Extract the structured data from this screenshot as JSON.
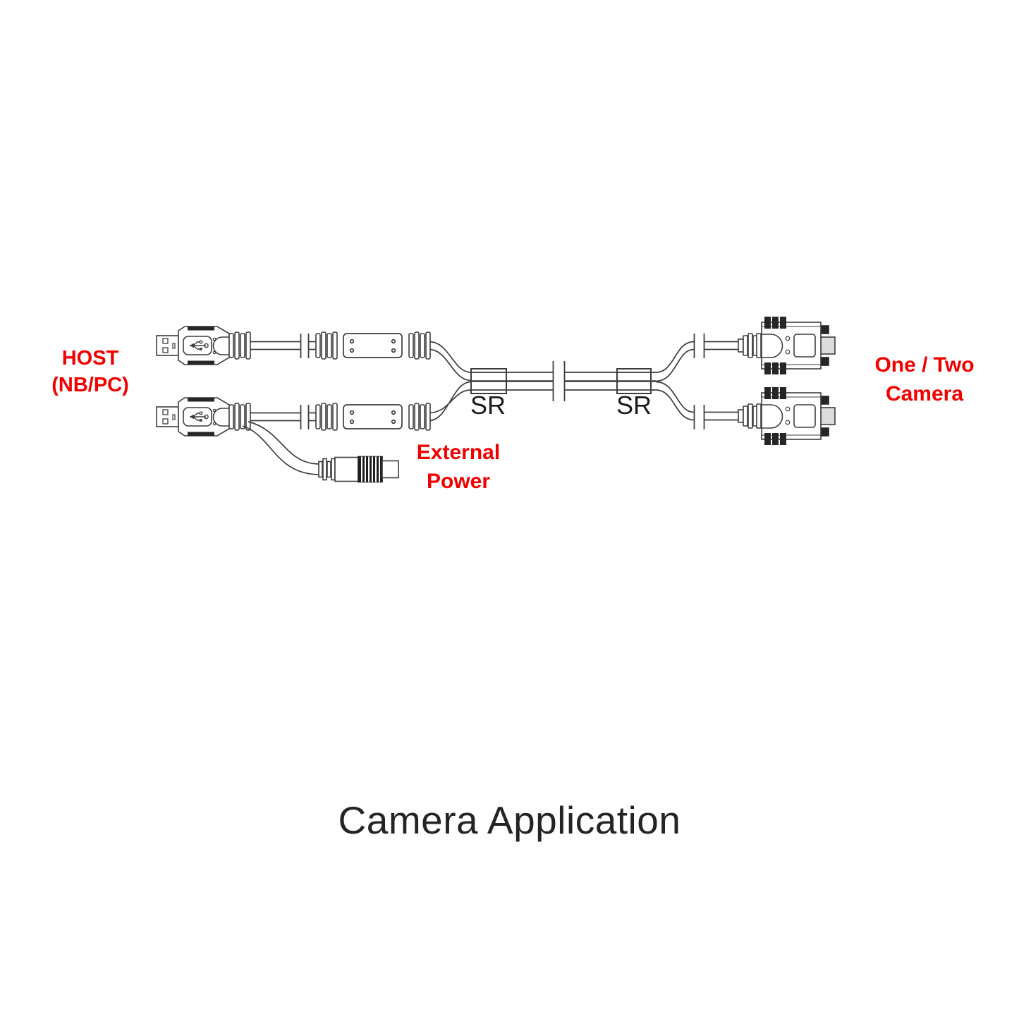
{
  "diagram": {
    "title": "Camera Application",
    "labels": {
      "host": "HOST\n(NB/PC)",
      "external_power": "External\nPower",
      "camera_side": "One / Two\nCamera",
      "strain_relief_left": "SR",
      "strain_relief_right": "SR"
    }
  },
  "colors": {
    "label_red": "#f20000",
    "line": "#3d3d3d",
    "dark_fill": "#262626",
    "title_text": "#242424",
    "sr_text": "#1c1c1c"
  }
}
